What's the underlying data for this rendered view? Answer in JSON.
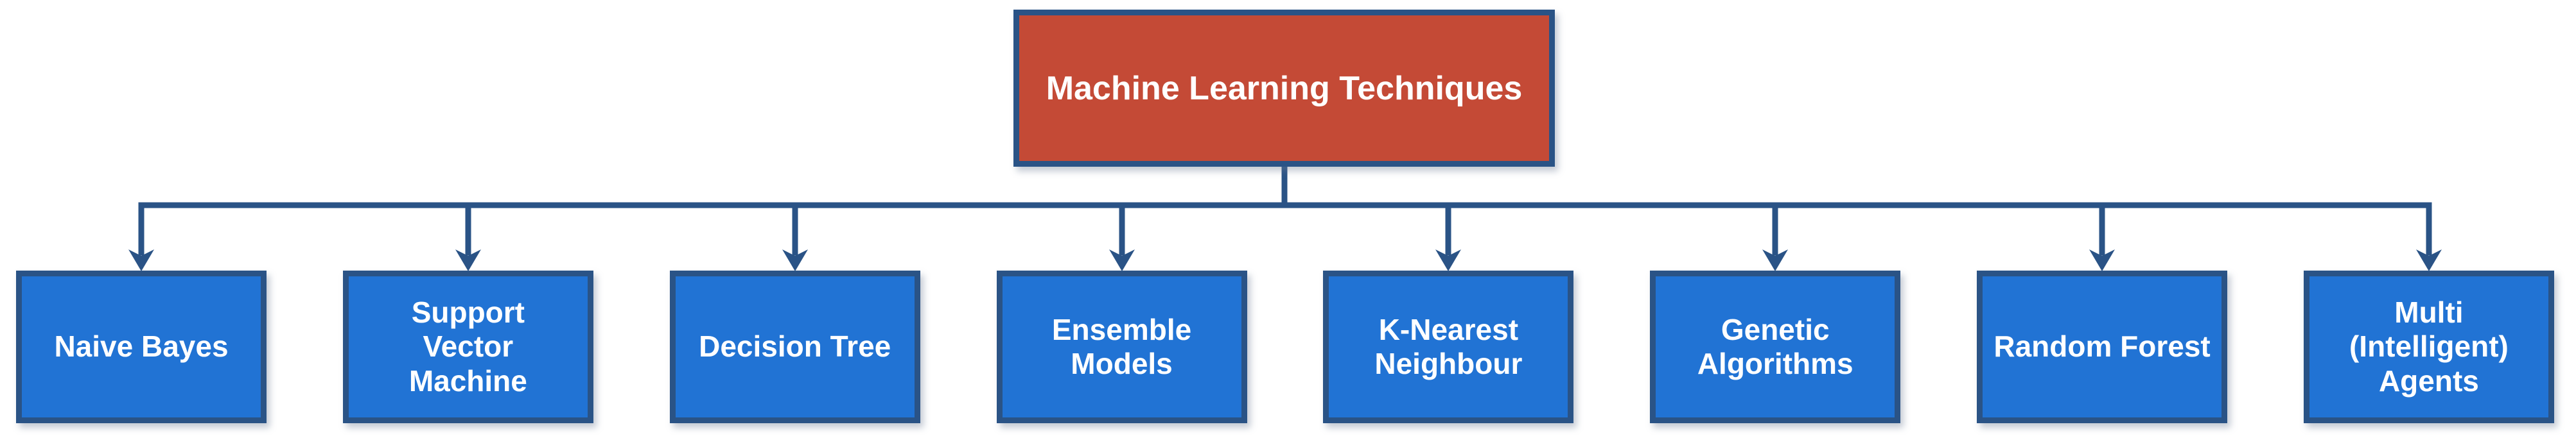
{
  "diagram": {
    "title": "Machine Learning Techniques",
    "children": [
      "Naive Bayes",
      "Support\nVector\nMachine",
      "Decision Tree",
      "Ensemble\nModels",
      "K-Nearest\nNeighbour",
      "Genetic\nAlgorithms",
      "Random Forest",
      "Multi\n(Intelligent)\nAgents"
    ],
    "colors": {
      "root_fill": "#C44A36",
      "child_fill": "#2173D4",
      "line": "#2A5386",
      "text": "#FFFFFF"
    }
  }
}
